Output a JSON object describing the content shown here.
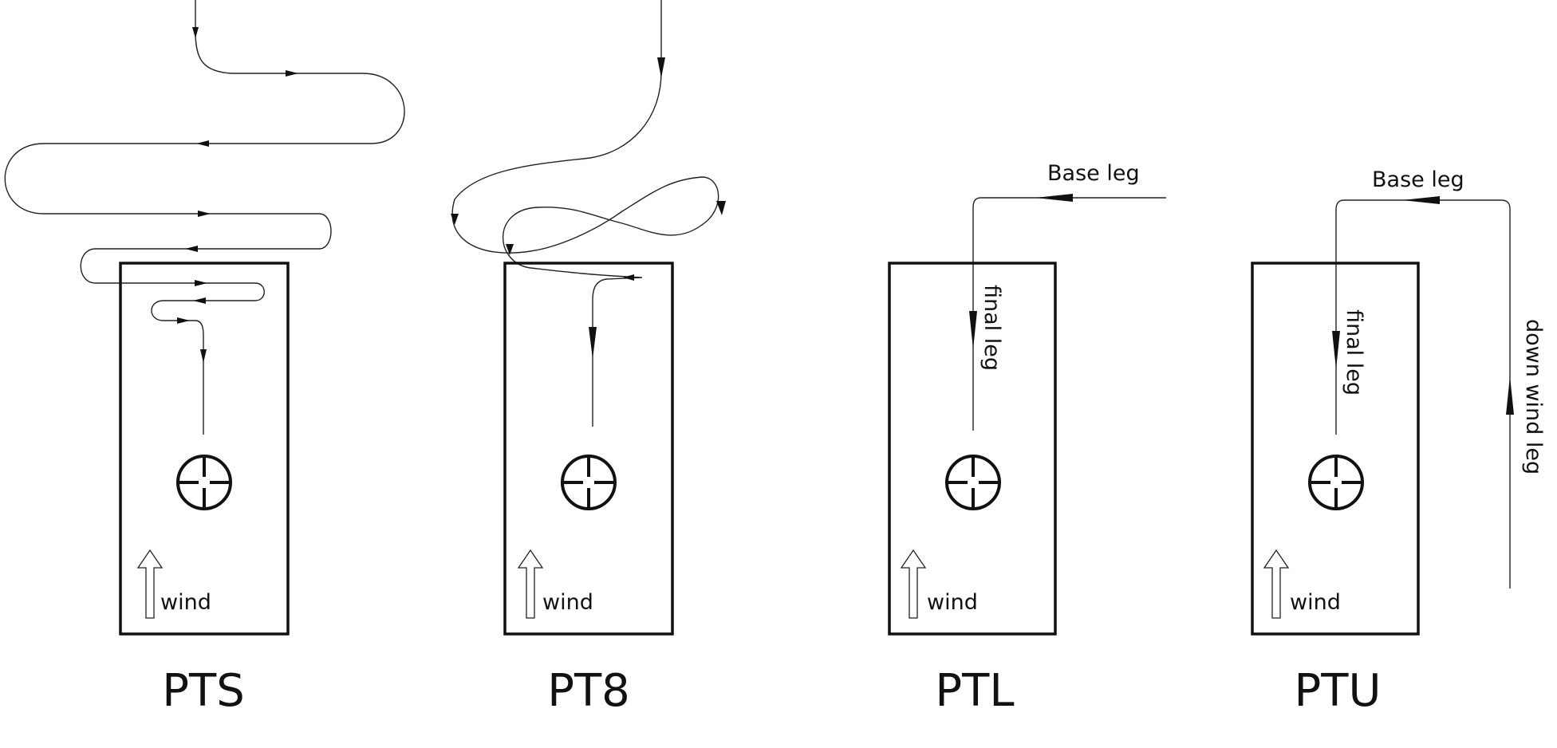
{
  "diagrams": [
    {
      "id": "pts",
      "caption": "PTS",
      "wind_label": "wind"
    },
    {
      "id": "pt8",
      "caption": "PT8",
      "wind_label": "wind"
    },
    {
      "id": "ptl",
      "caption": "PTL",
      "wind_label": "wind",
      "leg_labels": {
        "base": "Base leg",
        "final": "final leg"
      }
    },
    {
      "id": "ptu",
      "caption": "PTU",
      "wind_label": "wind",
      "leg_labels": {
        "base": "Base leg",
        "final": "final leg",
        "downwind": "down wind leg"
      }
    }
  ]
}
